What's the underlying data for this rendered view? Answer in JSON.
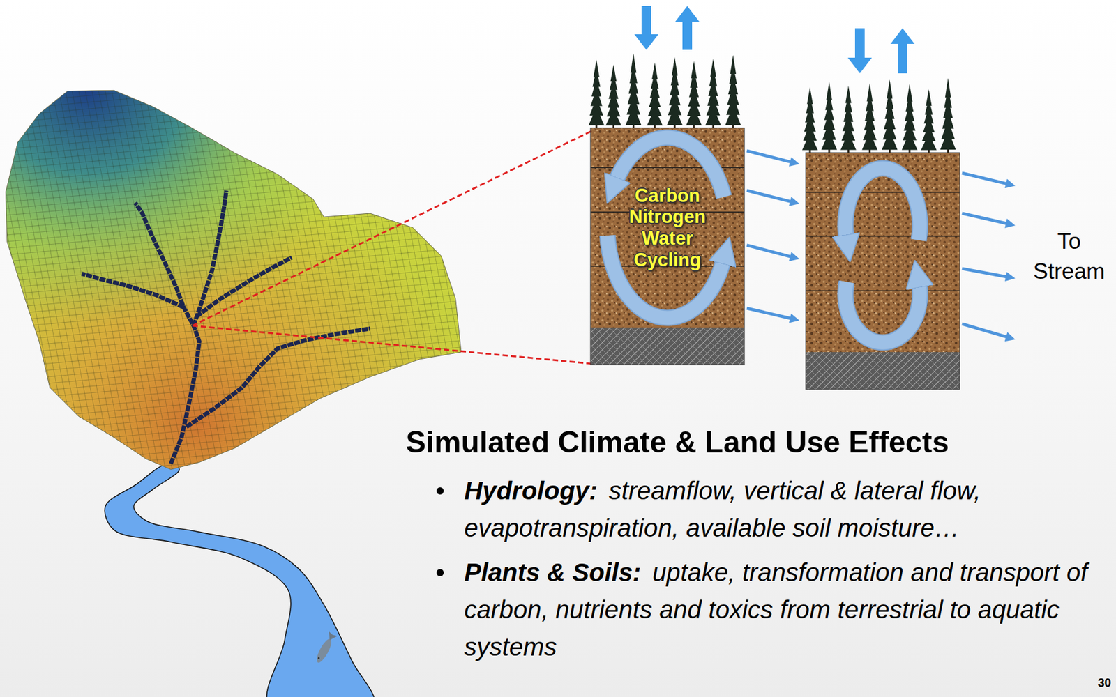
{
  "diagram": {
    "title": "Simulated Climate & Land Use Effects",
    "nodes": [
      {
        "text": [
          "Carbon Nitrogen Water Cycling"
        ]
      }
    ],
    "labels": [
      "To Stream",
      "Hydrology:",
      "streamflow, vertical & lateral flow, evapotranspiration, available soil moisture…",
      "Plants & Soils:",
      "uptake, transformation and transport of carbon, nutrients and toxics from terrestrial to aquatic systems",
      "30"
    ]
  }
}
